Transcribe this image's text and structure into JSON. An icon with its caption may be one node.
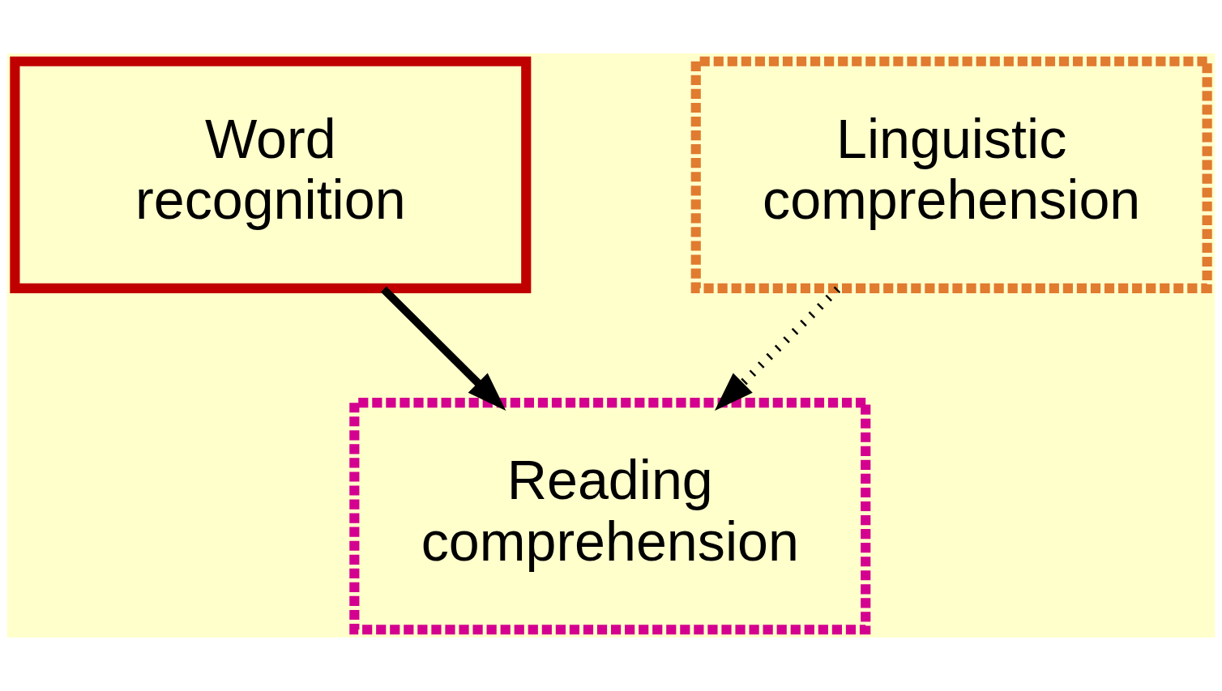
{
  "diagram": {
    "nodes": [
      {
        "text": [
          "Word recognition"
        ]
      },
      {
        "text": [
          "Linguistic comprehension"
        ]
      },
      {
        "text": [
          "Reading comprehension"
        ]
      }
    ],
    "edges": [
      {
        "from": 0,
        "to": 2,
        "arrow": "to"
      },
      {
        "from": 1,
        "to": 2,
        "arrow": "to",
        "style": "dashed"
      }
    ]
  }
}
